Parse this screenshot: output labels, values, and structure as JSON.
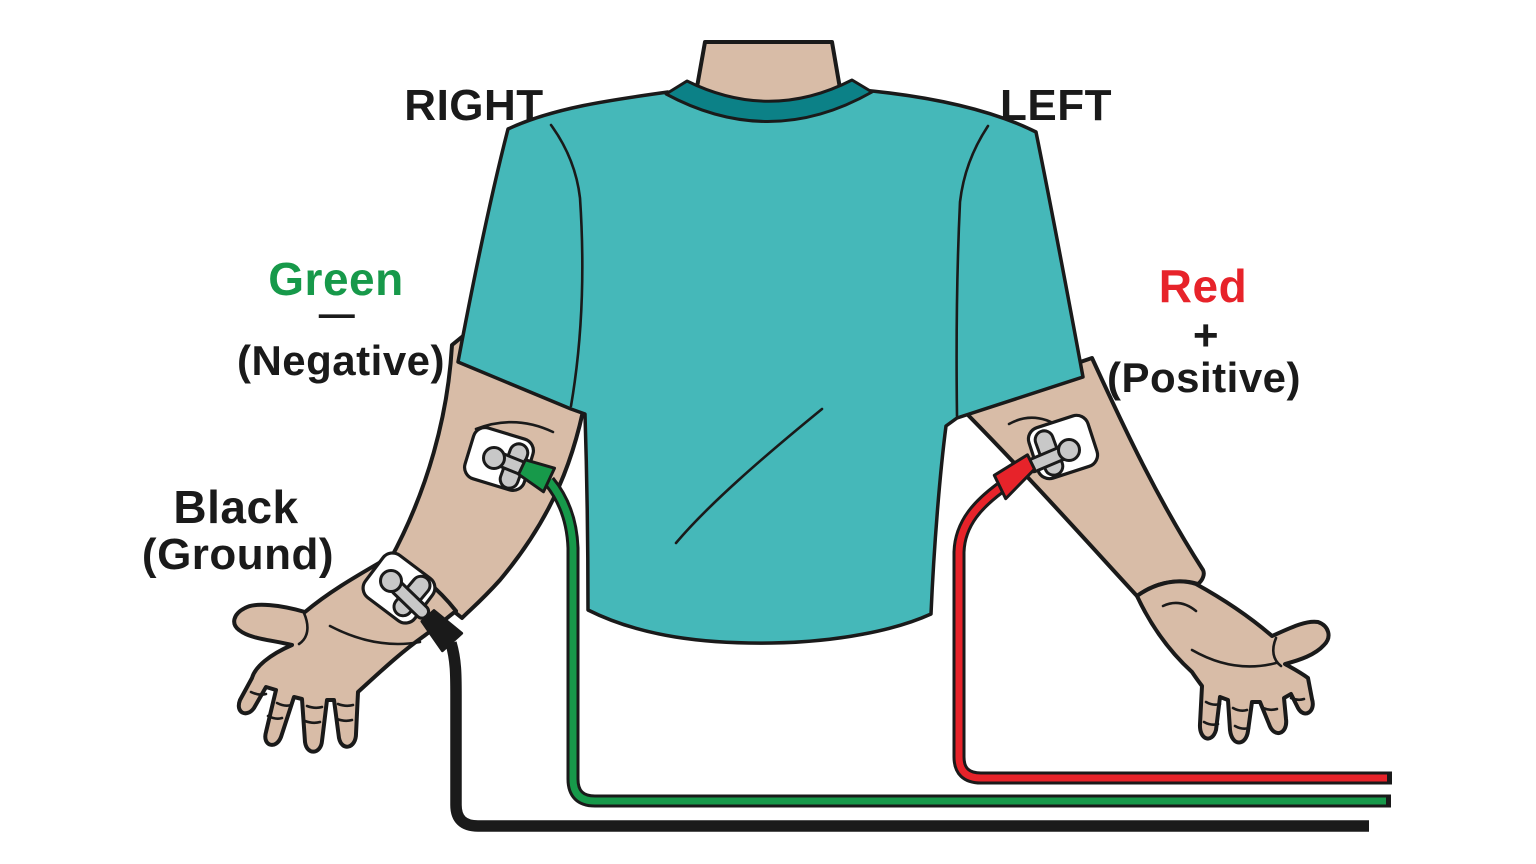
{
  "side_labels": {
    "right": "RIGHT",
    "left": "LEFT"
  },
  "leads": {
    "green": {
      "name": "Green",
      "symbol": "—",
      "role": "(Negative)",
      "color": "#17994a"
    },
    "red": {
      "name": "Red",
      "symbol": "+",
      "role": "(Positive)",
      "color": "#e7232a"
    },
    "black": {
      "name": "Black",
      "role": "(Ground)",
      "color": "#1a1a1a"
    }
  },
  "palette": {
    "shirt": "#45b8b9",
    "collar": "#0c8187",
    "skin": "#d8bca7",
    "outline": "#1a1a1a",
    "electrode_pad": "#ffffff",
    "electrode_clip": "#c8c8c8",
    "wire_green": "#17994a",
    "wire_red": "#e7232a",
    "wire_black": "#1a1a1a"
  }
}
